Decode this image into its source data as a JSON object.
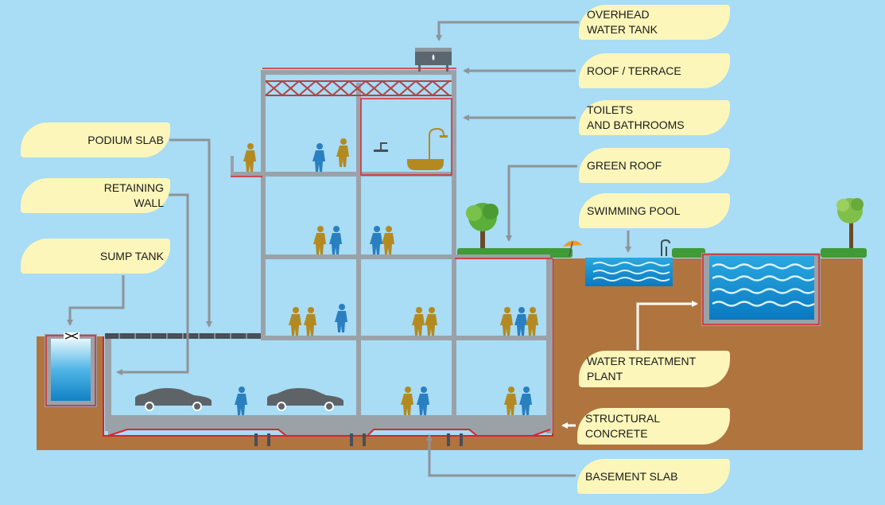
{
  "labels": {
    "overhead_tank": {
      "line1": "OVERHEAD",
      "line2": "WATER TANK"
    },
    "roof_terrace": "ROOF / TERRACE",
    "toilets": {
      "line1": "TOILETS",
      "line2": "AND BATHROOMS"
    },
    "green_roof": "GREEN ROOF",
    "swimming_pool": "SWIMMING POOL",
    "podium_slab": "PODIUM SLAB",
    "retaining_wall": {
      "line1": "RETAINING",
      "line2": "WALL"
    },
    "sump_tank": "SUMP TANK",
    "water_treatment": {
      "line1": "WATER TREATMENT",
      "line2": "PLANT"
    },
    "structural_concrete": {
      "line1": "STRUCTURAL",
      "line2": "CONCRETE"
    },
    "basement_slab": "BASEMENT SLAB"
  },
  "colors": {
    "sky": "#a9dcf5",
    "label_bg": "#fdf6ba",
    "soil": "#b0743e",
    "structure": "#9aa2a8",
    "waterproof_line": "#d6262b",
    "water": "#1aa0dc",
    "grass": "#3f9a37",
    "people_blue": "#2a7fc1",
    "people_gold": "#b48a20",
    "arrow": "#8d9499"
  }
}
